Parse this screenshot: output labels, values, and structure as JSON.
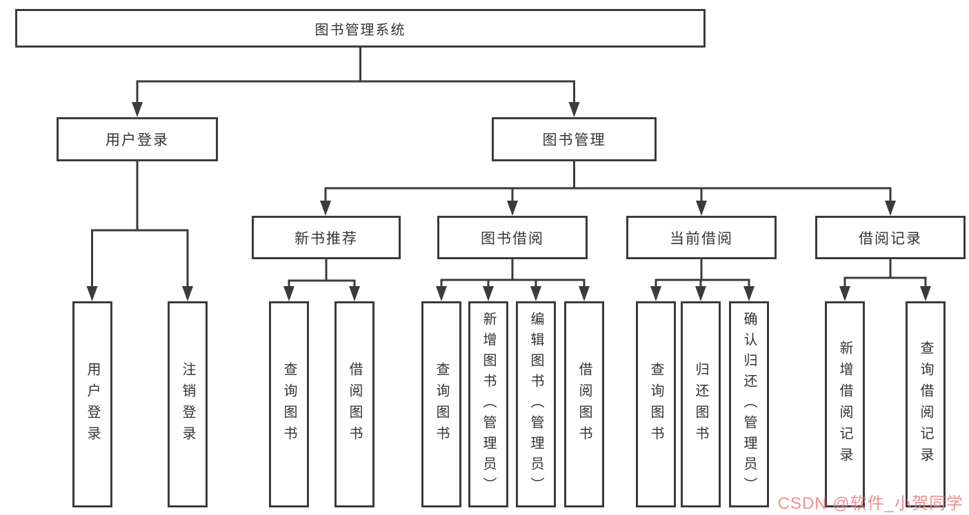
{
  "tree": {
    "root": "图书管理系统",
    "level1": [
      {
        "label": "用户登录",
        "leaves": [
          "用户登录",
          "注销登录"
        ]
      },
      {
        "label": "图书管理",
        "groups": [
          {
            "label": "新书推荐",
            "leaves": [
              "查询图书",
              "借阅图书"
            ]
          },
          {
            "label": "图书借阅",
            "leaves": [
              "查询图书",
              "新增图书（管理员）",
              "编辑图书（管理员）",
              "借阅图书"
            ]
          },
          {
            "label": "当前借阅",
            "leaves": [
              "查询图书",
              "归还图书",
              "确认归还（管理员）"
            ]
          },
          {
            "label": "借阅记录",
            "leaves": [
              "新增借阅记录",
              "查询借阅记录"
            ]
          }
        ]
      }
    ]
  },
  "watermark": {
    "text": "CSDN @软件_小贺同学",
    "color": "#ED7B81"
  },
  "colors": {
    "line": "#3B3B3B",
    "border": "#3B3B3B",
    "text": "#333333",
    "background": "#FFFFFF"
  }
}
